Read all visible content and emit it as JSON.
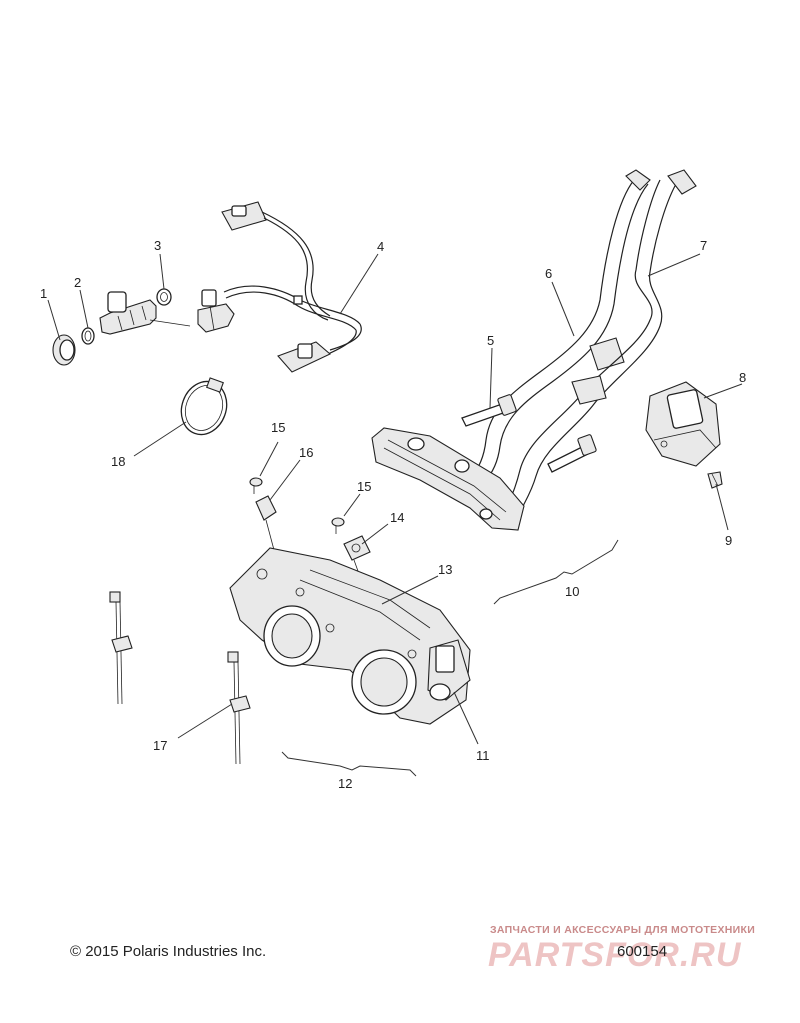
{
  "callouts": [
    {
      "label": "1"
    },
    {
      "label": "2"
    },
    {
      "label": "3"
    },
    {
      "label": "4"
    },
    {
      "label": "5"
    },
    {
      "label": "6"
    },
    {
      "label": "7"
    },
    {
      "label": "8"
    },
    {
      "label": "9"
    },
    {
      "label": "10"
    },
    {
      "label": "11"
    },
    {
      "label": "12"
    },
    {
      "label": "13"
    },
    {
      "label": "14"
    },
    {
      "label": "15"
    },
    {
      "label": "15"
    },
    {
      "label": "16"
    },
    {
      "label": "17"
    },
    {
      "label": "18"
    }
  ],
  "footer": {
    "copyright": "© 2015 Polaris Industries Inc.",
    "diagram_id": "600154"
  },
  "watermark": {
    "tagline": "ЗАПЧАСТИ И АКСЕССУАРЫ ДЛЯ МОТОТЕХНИКИ",
    "brand": "PARTSFOR.RU"
  }
}
